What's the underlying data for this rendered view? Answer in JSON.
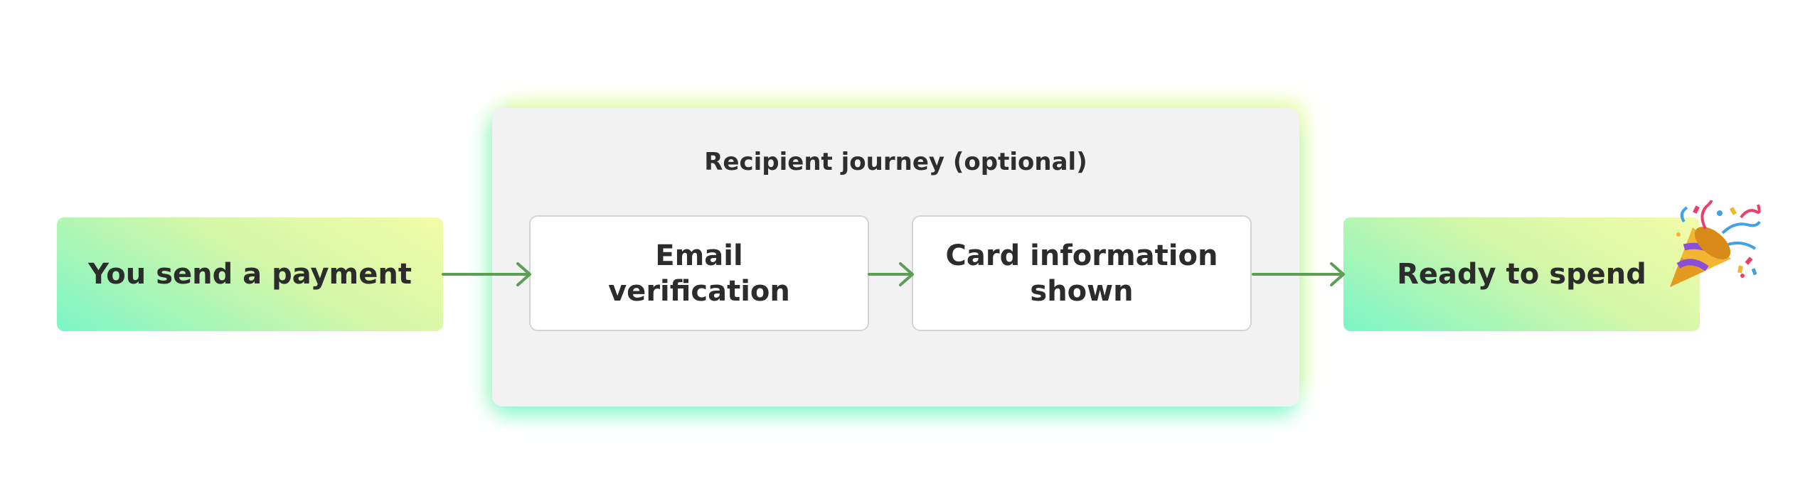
{
  "start": {
    "label": "You send a payment"
  },
  "journey": {
    "title": "Recipient journey (optional)",
    "steps": [
      {
        "line1": "Email",
        "line2": "verification"
      },
      {
        "line1": "Card information",
        "line2": "shown"
      }
    ]
  },
  "end": {
    "label": "Ready to spend"
  },
  "colors": {
    "arrow": "#5c9e55",
    "gradient_start": "#7cf5c6",
    "gradient_end": "#f3fca8",
    "panel": "#f2f2f2"
  },
  "icons": {
    "celebration": "party-popper-icon"
  }
}
